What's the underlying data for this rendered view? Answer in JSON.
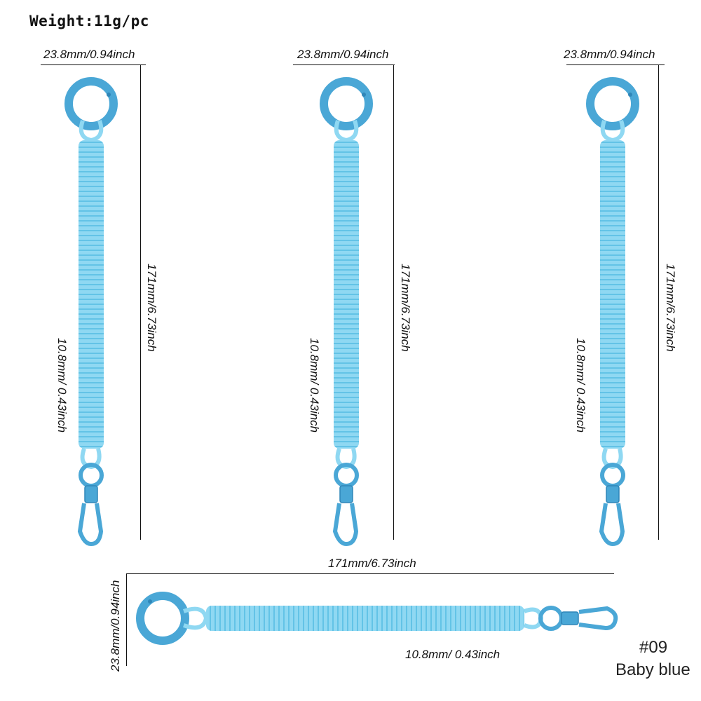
{
  "weight_label": "Weight:11g/pc",
  "dim_ring_width": "23.8mm/0.94inch",
  "dim_length": "171mm/6.73inch",
  "dim_coil_width": "10.8mm/ 0.43inch",
  "variant_code": "#09",
  "variant_color_name": "Baby blue",
  "colors": {
    "coil": "#8fd8f2",
    "coil_dark": "#5fbfe3",
    "metal": "#4aa7d6",
    "metal_dark": "#2f86b8",
    "line": "#111111"
  }
}
